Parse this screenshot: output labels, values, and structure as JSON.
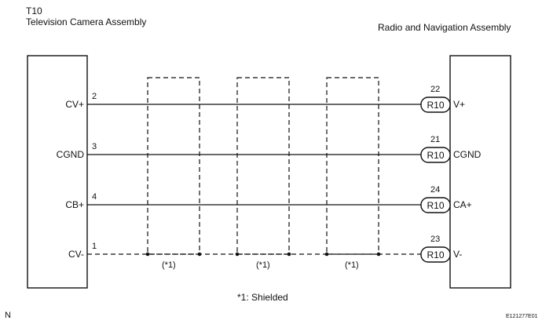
{
  "left_component": {
    "id": "T10",
    "name": "Television Camera Assembly"
  },
  "right_component": {
    "name": "Radio and Navigation Assembly"
  },
  "connector": "R10",
  "wires": [
    {
      "left_pin": "2",
      "left_signal": "CV+",
      "right_pin": "22",
      "right_signal": "V+"
    },
    {
      "left_pin": "3",
      "left_signal": "CGND",
      "right_pin": "21",
      "right_signal": "CGND"
    },
    {
      "left_pin": "4",
      "left_signal": "CB+",
      "right_pin": "24",
      "right_signal": "CA+"
    },
    {
      "left_pin": "1",
      "left_signal": "CV-",
      "right_pin": "23",
      "right_signal": "V-"
    }
  ],
  "shield_marks": [
    "(*1)",
    "(*1)",
    "(*1)"
  ],
  "footnote": "*1: Shielded",
  "corner_mark": "N",
  "figure_id": "E121277E01"
}
